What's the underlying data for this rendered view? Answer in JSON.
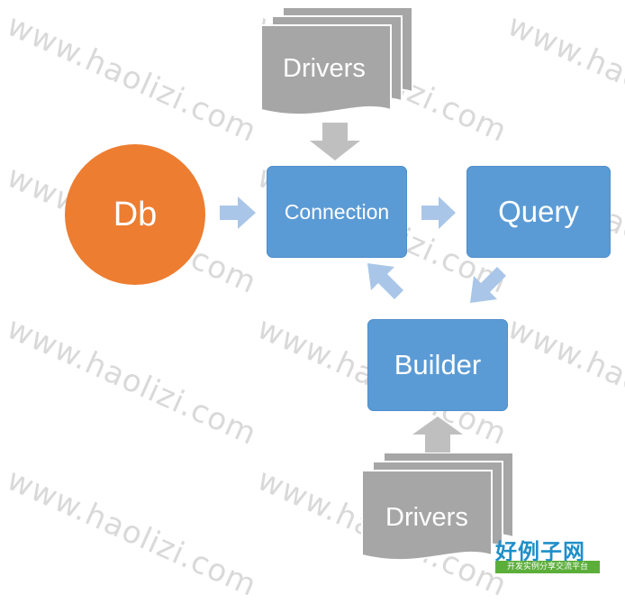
{
  "watermark": "www.haolizi.com",
  "nodes": {
    "db": "Db",
    "connection": "Connection",
    "query": "Query",
    "builder": "Builder",
    "drivers_top": "Drivers",
    "drivers_bottom": "Drivers"
  },
  "logo": {
    "title": "好例子网",
    "subtitle": "开发实例分享交流平台"
  },
  "colors": {
    "box": "#5b9bd5",
    "circle": "#ed7d31",
    "document": "#a6a6a6",
    "arrow_blue": "#a9c6e8",
    "arrow_gray": "#bfbfbf"
  }
}
